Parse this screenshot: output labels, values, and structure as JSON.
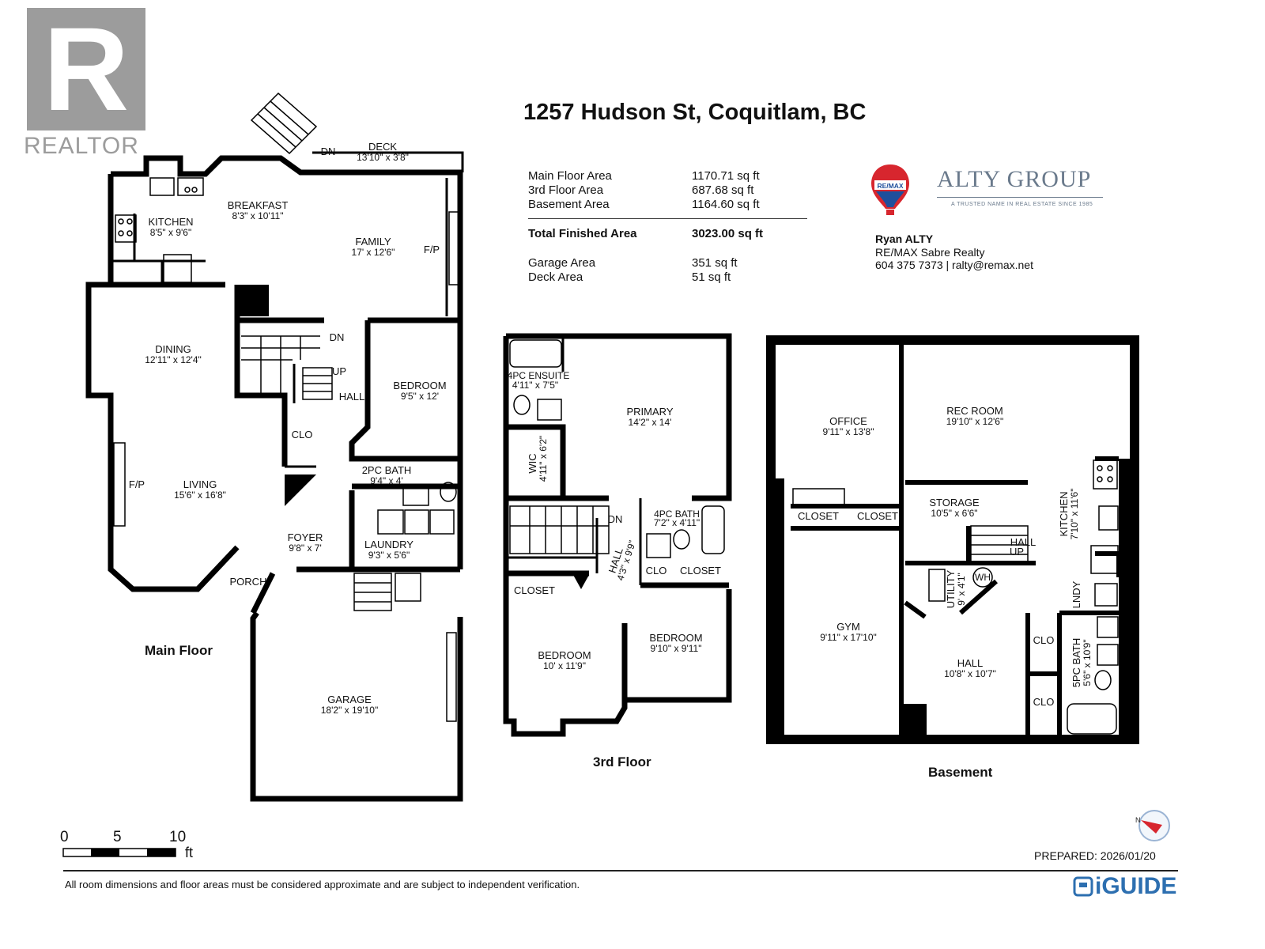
{
  "logo": {
    "mark": "R",
    "wordmark": "REALTOR"
  },
  "title": "1257 Hudson St, Coquitlam, BC",
  "areas": [
    {
      "label": "Main Floor Area",
      "value": "1170.71 sq ft"
    },
    {
      "label": "3rd Floor Area",
      "value": "687.68 sq ft"
    },
    {
      "label": "Basement Area",
      "value": "1164.60 sq ft"
    }
  ],
  "total": {
    "label": "Total Finished Area",
    "value": "3023.00 sq ft"
  },
  "extra_areas": [
    {
      "label": "Garage Area",
      "value": "351 sq ft"
    },
    {
      "label": "Deck Area",
      "value": "51 sq ft"
    }
  ],
  "brand": {
    "remax": "RE/MAX",
    "alty": "ALTY GROUP",
    "tagline": "A TRUSTED NAME IN REAL ESTATE SINCE 1985"
  },
  "agent": {
    "name": "Ryan ALTY",
    "company": "RE/MAX Sabre Realty",
    "contact": "604 375 7373 | ralty@remax.net"
  },
  "main_floor": {
    "label": "Main Floor",
    "rooms": [
      {
        "name": "DECK",
        "dim": "13'10\" x 3'8\""
      },
      {
        "name": "BREAKFAST",
        "dim": "8'3\" x 10'11\""
      },
      {
        "name": "KITCHEN",
        "dim": "8'5\" x 9'6\""
      },
      {
        "name": "FAMILY",
        "dim": "17' x 12'6\""
      },
      {
        "name": "DINING",
        "dim": "12'11\" x 12'4\""
      },
      {
        "name": "BEDROOM",
        "dim": "9'5\" x 12'"
      },
      {
        "name": "LIVING",
        "dim": "15'6\" x 16'8\""
      },
      {
        "name": "2PC BATH",
        "dim": "9'4\" x 4'"
      },
      {
        "name": "FOYER",
        "dim": "9'8\" x 7'"
      },
      {
        "name": "LAUNDRY",
        "dim": "9'3\" x 5'6\""
      },
      {
        "name": "GARAGE",
        "dim": "18'2\" x 19'10\""
      }
    ],
    "labels": [
      "DN",
      "F/P",
      "DN",
      "UP",
      "HALL",
      "CLO",
      "F/P",
      "PORCH"
    ]
  },
  "third_floor": {
    "label": "3rd Floor",
    "rooms": [
      {
        "name": "4PC ENSUITE",
        "dim": "4'11\" x 7'5\""
      },
      {
        "name": "PRIMARY",
        "dim": "14'2\" x 14'"
      },
      {
        "name": "WIC",
        "dim": "4'11\" x 6'2\""
      },
      {
        "name": "4PC BATH",
        "dim": "7'2\" x 4'11\""
      },
      {
        "name": "HALL",
        "dim": "4'3\" x 9'9\""
      },
      {
        "name": "BEDROOM",
        "dim": "10' x 11'9\""
      },
      {
        "name": "BEDROOM",
        "dim": "9'10\" x 9'11\""
      }
    ],
    "labels": [
      "DN",
      "CLOSET",
      "CLO",
      "CLOSET"
    ]
  },
  "basement": {
    "label": "Basement",
    "rooms": [
      {
        "name": "OFFICE",
        "dim": "9'11\" x 13'8\""
      },
      {
        "name": "REC ROOM",
        "dim": "19'10\" x 12'6\""
      },
      {
        "name": "STORAGE",
        "dim": "10'5\" x 6'6\""
      },
      {
        "name": "KITCHEN",
        "dim": "7'10\" x 11'6\""
      },
      {
        "name": "UTILITY",
        "dim": "9' x 4'1\""
      },
      {
        "name": "GYM",
        "dim": "9'11\" x 17'10\""
      },
      {
        "name": "HALL",
        "dim": "10'8\" x 10'7\""
      },
      {
        "name": "5PC BATH",
        "dim": "5'6\" x 10'9\""
      }
    ],
    "labels": [
      "CLOSET",
      "CLOSET",
      "HALL",
      "UP",
      "WH",
      "LNDY",
      "CLO",
      "CLO"
    ]
  },
  "scale": {
    "ticks": [
      "0",
      "5",
      "10"
    ],
    "unit": "ft"
  },
  "compass": {
    "north": "N"
  },
  "prepared": "PREPARED: 2026/01/20",
  "disclaimer": "All room dimensions and floor areas must be considered approximate and are subject to independent verification.",
  "iguide": "iGUIDE"
}
